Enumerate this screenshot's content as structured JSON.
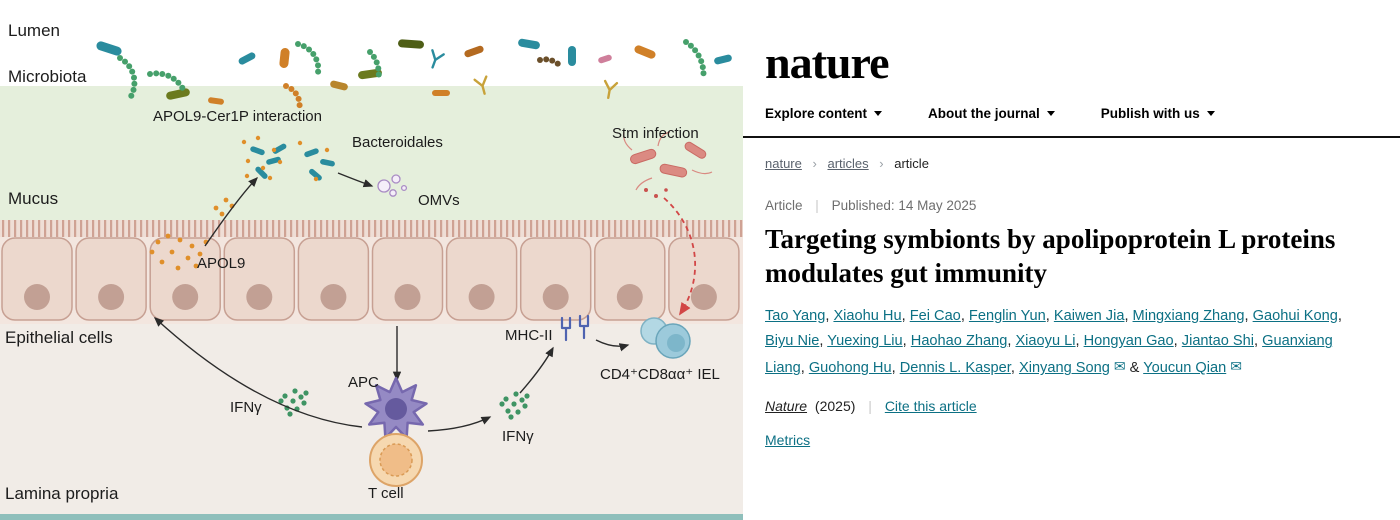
{
  "figure": {
    "labels": {
      "lumen": "Lumen",
      "microbiota": "Microbiota",
      "apol9_cer1p": "APOL9-Cer1P interaction",
      "bacteroidales": "Bacteroidales",
      "stm_infection": "Stm infection",
      "mucus": "Mucus",
      "omvs": "OMVs",
      "apol9": "APOL9",
      "epithelial_cells": "Epithelial cells",
      "mhc2": "MHC-II",
      "iel": "CD4⁺CD8αα⁺ IEL",
      "apc": "APC",
      "ifny_left": "IFNγ",
      "ifny_right": "IFNγ",
      "t_cell": "T cell",
      "lamina_propria": "Lamina propria"
    }
  },
  "site": {
    "logo": "nature",
    "nav": [
      {
        "label": "Explore content"
      },
      {
        "label": "About the journal"
      },
      {
        "label": "Publish with us"
      }
    ],
    "breadcrumb": [
      "nature",
      "articles",
      "article"
    ],
    "separators": {
      "pipe": "|",
      "crumb": "›",
      "amp": " & ",
      "comma": ", "
    },
    "icons": {
      "email": "✉"
    },
    "colors": {
      "link": "#0c7084"
    },
    "article": {
      "type": "Article",
      "published": "Published: 14 May 2025",
      "title": "Targeting symbionts by apolipoprotein L proteins modulates gut immunity",
      "authors": [
        {
          "name": "Tao Yang"
        },
        {
          "name": "Xiaohu Hu"
        },
        {
          "name": "Fei Cao"
        },
        {
          "name": "Fenglin Yun"
        },
        {
          "name": "Kaiwen Jia"
        },
        {
          "name": "Mingxiang Zhang"
        },
        {
          "name": "Gaohui Kong"
        },
        {
          "name": "Biyu Nie"
        },
        {
          "name": "Yuexing Liu"
        },
        {
          "name": "Haohao Zhang"
        },
        {
          "name": "Xiaoyu Li"
        },
        {
          "name": "Hongyan Gao"
        },
        {
          "name": "Jiantao Shi"
        },
        {
          "name": "Guanxiang Liang"
        },
        {
          "name": "Guohong Hu"
        },
        {
          "name": "Dennis L. Kasper"
        },
        {
          "name": "Xinyang Song",
          "email": true
        },
        {
          "name": "Youcun Qian",
          "email": true
        }
      ],
      "journal": "Nature",
      "year": "(2025)",
      "cite": "Cite this article",
      "metrics": "Metrics"
    }
  }
}
